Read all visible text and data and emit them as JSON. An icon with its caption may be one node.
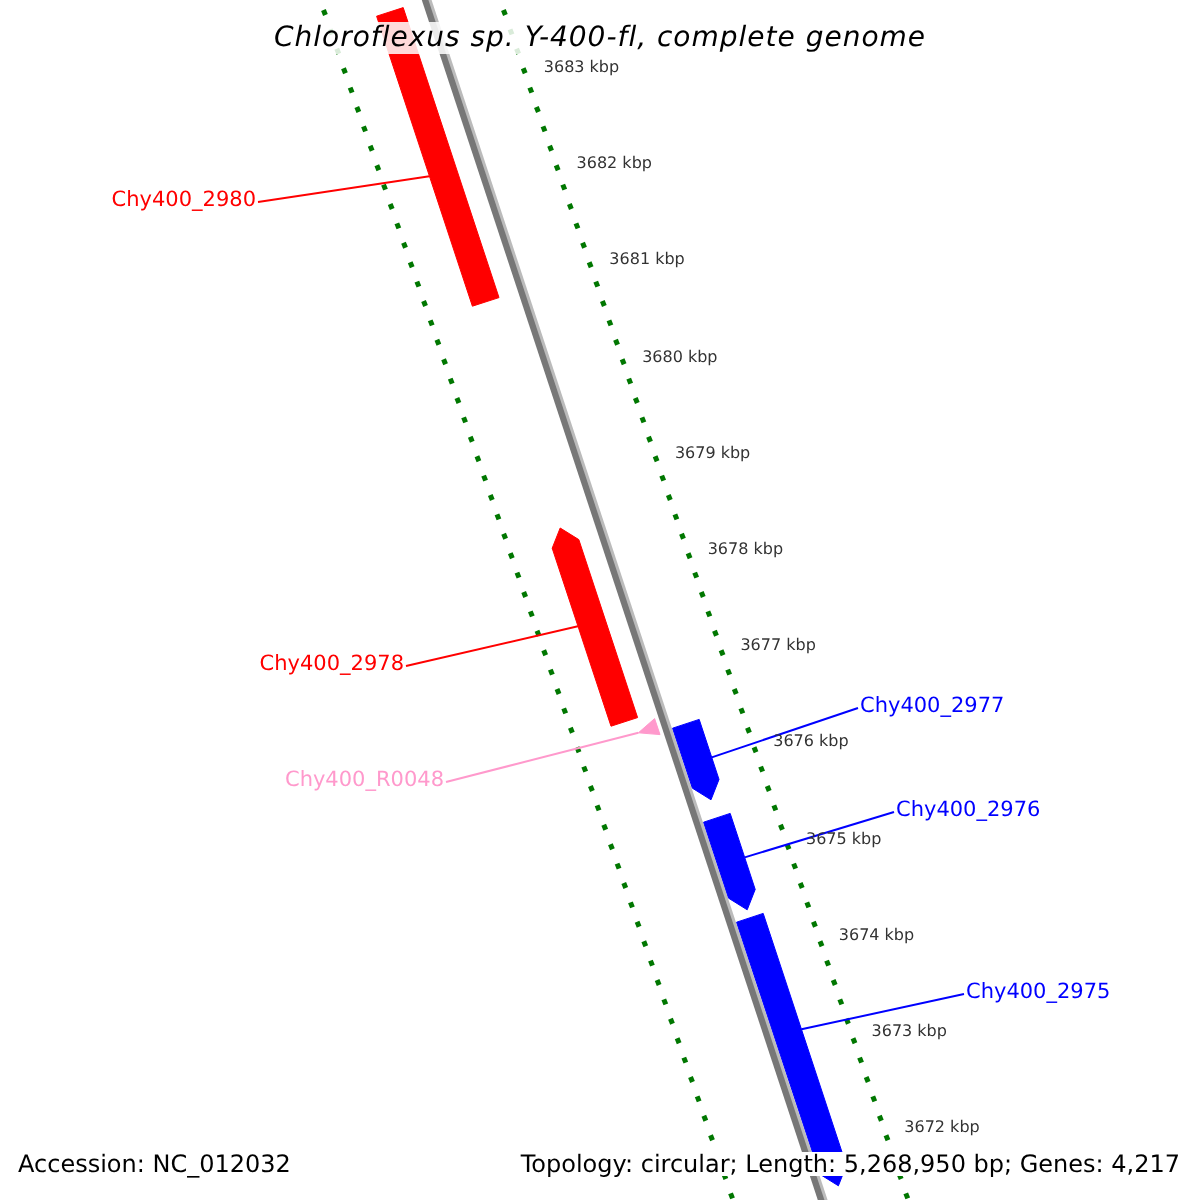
{
  "diagram": {
    "title": "Chloroflexus sp. Y-400-fl, complete genome",
    "nodes": [
      {
        "text": [
          "Chy400_2980"
        ]
      },
      {
        "text": [],
        "shape": "bar"
      },
      {
        "text": [
          "Chy400_2978"
        ]
      },
      {
        "text": [],
        "shape": "bar"
      },
      {
        "text": [
          "Chy400_R0048"
        ]
      },
      {
        "text": [],
        "shape": "triangle"
      },
      {
        "text": [
          "Chy400_2977"
        ]
      },
      {
        "text": [],
        "shape": "bar"
      },
      {
        "text": [
          "Chy400_2976"
        ]
      },
      {
        "text": [],
        "shape": "bar"
      },
      {
        "text": [
          "Chy400_2975"
        ]
      },
      {
        "text": [],
        "shape": "bar"
      }
    ],
    "edges": [
      {
        "from": 0,
        "to": 1,
        "arrow": "none",
        "color": "#ff0000"
      },
      {
        "from": 2,
        "to": 3,
        "arrow": "none",
        "color": "#ff0000"
      },
      {
        "from": 4,
        "to": 5,
        "arrow": "none",
        "color": "#ff99cc"
      },
      {
        "from": 6,
        "to": 7,
        "arrow": "none"
      },
      {
        "from": 8,
        "to": 9,
        "arrow": "none"
      },
      {
        "from": 10,
        "to": 11,
        "arrow": "none"
      }
    ],
    "labels": [
      "3683 kbp",
      "3682 kbp",
      "3681 kbp",
      "3680 kbp",
      "3679 kbp",
      "3678 kbp",
      "3677 kbp",
      "3676 kbp",
      "3675 kbp",
      "3674 kbp",
      "3673 kbp",
      "3672 kbp",
      "Accession: NC_012032",
      "Topology: circular; Length: 5,268,950 bp; Genes: 4,217"
    ]
  }
}
